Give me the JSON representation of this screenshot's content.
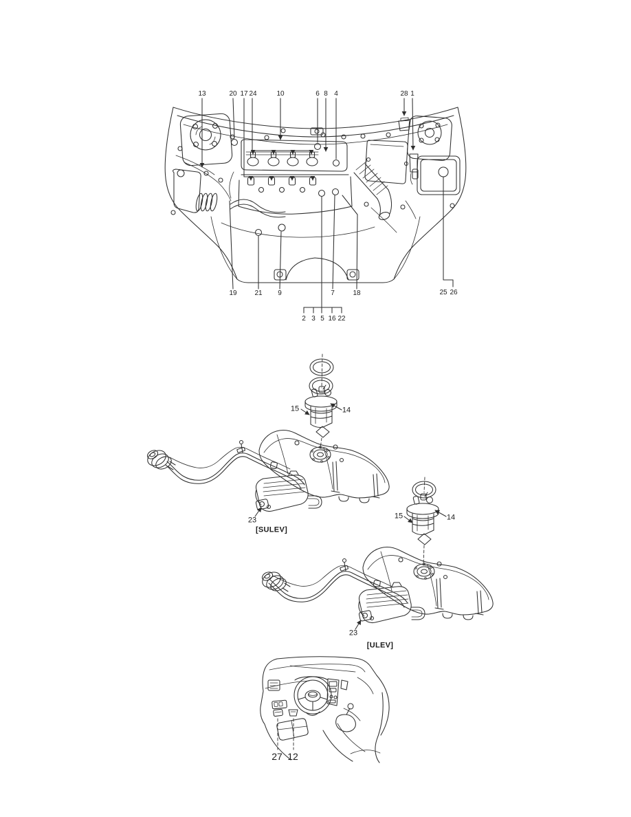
{
  "page": {
    "background_color": "#ffffff",
    "line_color": "#2e2e2e",
    "text_color": "#1c1c1c"
  },
  "views": {
    "engine_compartment": {
      "callouts_top": [
        "13",
        "20",
        "17",
        "24",
        "10",
        "6",
        "8",
        "4",
        "28",
        "1"
      ],
      "callouts_bottom": [
        "19",
        "21",
        "9",
        "7",
        "18",
        "25",
        "26"
      ],
      "callouts_bracket_group": [
        "2",
        "3",
        "5",
        "16",
        "22"
      ]
    },
    "fuel_tank_sulev": {
      "variant_label": "[SULEV]",
      "callouts": [
        "15",
        "14",
        "23"
      ]
    },
    "fuel_tank_ulev": {
      "variant_label": "[ULEV]",
      "callouts": [
        "15",
        "14",
        "23"
      ]
    },
    "dashboard": {
      "callouts": [
        "27",
        "12"
      ]
    }
  }
}
